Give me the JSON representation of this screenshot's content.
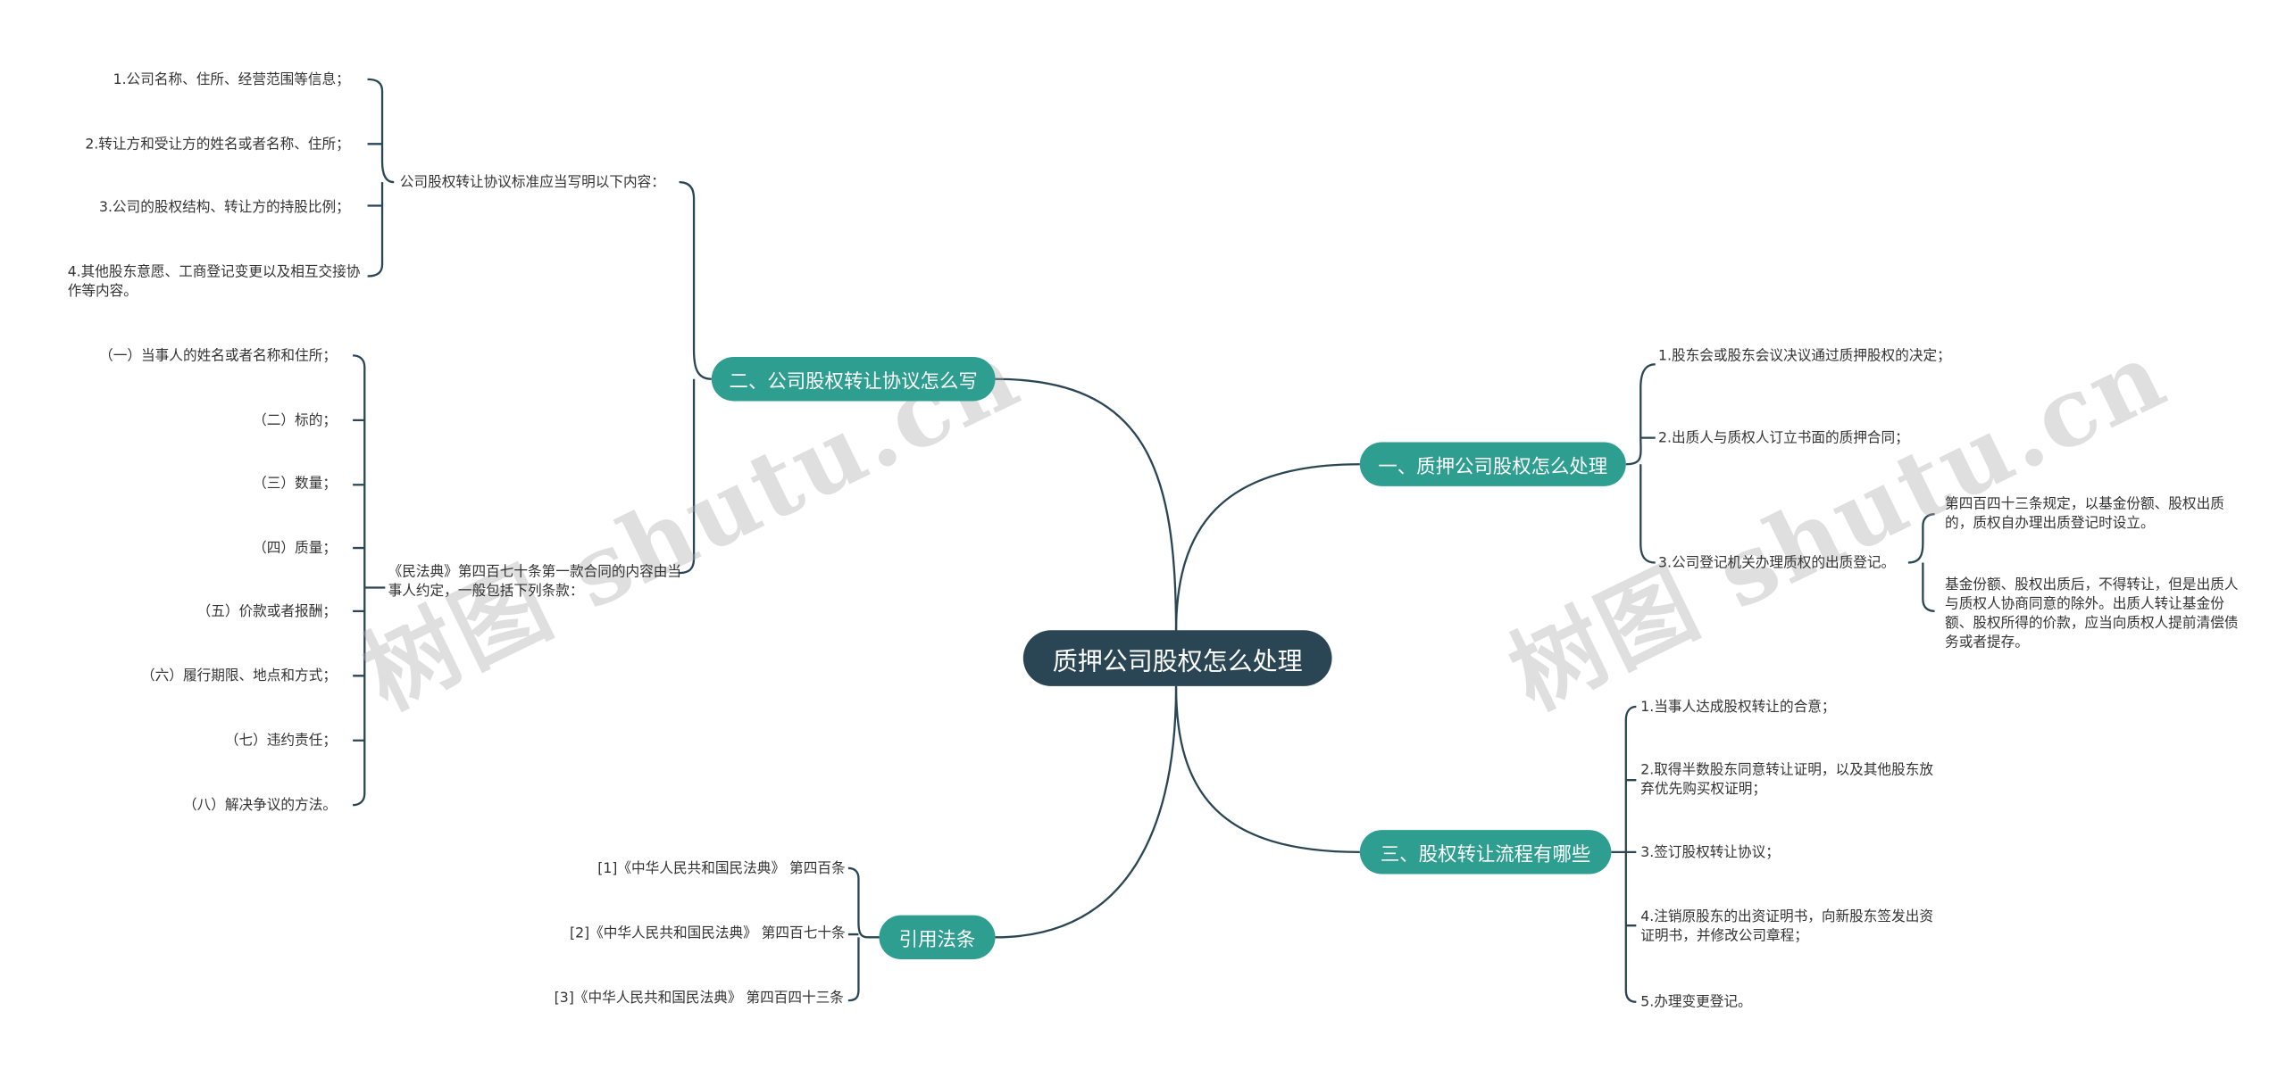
{
  "root": {
    "title": "质押公司股权怎么处理"
  },
  "watermarks": [
    "树图 shutu.cn",
    "树图 shutu.cn"
  ],
  "colors": {
    "root_bg": "#2a4553",
    "branch_bg": "#2e9e90",
    "line": "#2a4553"
  },
  "branches": {
    "b1": {
      "label": "一、质押公司股权怎么处理",
      "items": [
        "1.股东会或股东会议决议通过质押股权的决定；",
        "2.出质人与质权人订立书面的质押合同；",
        "3.公司登记机关办理质权的出质登记。"
      ],
      "sub": [
        "第四百四十三条规定，以基金份额、股权出质的，质权自办理出质登记时设立。",
        "基金份额、股权出质后，不得转让，但是出质人与质权人协商同意的除外。出质人转让基金份额、股权所得的价款，应当向质权人提前清偿债务或者提存。"
      ]
    },
    "b2": {
      "label": "二、公司股权转让协议怎么写",
      "g1_label": "公司股权转让协议标准应当写明以下内容：",
      "g1_items": [
        "1.公司名称、住所、经营范围等信息；",
        "2.转让方和受让方的姓名或者名称、住所；",
        "3.公司的股权结构、转让方的持股比例；",
        "4.其他股东意愿、工商登记变更以及相互交接协作等内容。"
      ],
      "g2_label": "《民法典》第四百七十条第一款合同的内容由当事人约定，一般包括下列条款：",
      "g2_items": [
        "（一）当事人的姓名或者名称和住所；",
        "（二）标的；",
        "（三）数量；",
        "（四）质量；",
        "（五）价款或者报酬；",
        "（六）履行期限、地点和方式；",
        "（七）违约责任；",
        "（八）解决争议的方法。"
      ]
    },
    "b3": {
      "label": "三、股权转让流程有哪些",
      "items": [
        "1.当事人达成股权转让的合意；",
        "2.取得半数股东同意转让证明，以及其他股东放弃优先购买权证明；",
        "3.签订股权转让协议；",
        "4.注销原股东的出资证明书，向新股东签发出资证明书，并修改公司章程；",
        "5.办理变更登记。"
      ]
    },
    "b4": {
      "label": "引用法条",
      "items": [
        "[1]《中华人民共和国民法典》 第四百条",
        "[2]《中华人民共和国民法典》 第四百七十条",
        "[3]《中华人民共和国民法典》 第四百四十三条"
      ]
    }
  }
}
